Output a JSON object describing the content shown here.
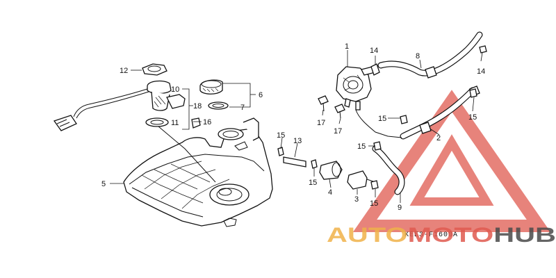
{
  "callouts": [
    {
      "id": "1",
      "label": "1"
    },
    {
      "id": "2",
      "label": "2"
    },
    {
      "id": "3",
      "label": "3"
    },
    {
      "id": "4",
      "label": "4"
    },
    {
      "id": "5",
      "label": "5"
    },
    {
      "id": "6",
      "label": "6"
    },
    {
      "id": "7",
      "label": "7"
    },
    {
      "id": "8",
      "label": "8"
    },
    {
      "id": "9",
      "label": "9"
    },
    {
      "id": "10",
      "label": "10"
    },
    {
      "id": "11",
      "label": "11"
    },
    {
      "id": "12",
      "label": "12"
    },
    {
      "id": "13",
      "label": "13"
    },
    {
      "id": "14a",
      "label": "14"
    },
    {
      "id": "14b",
      "label": "14"
    },
    {
      "id": "15a",
      "label": "15"
    },
    {
      "id": "15b",
      "label": "15"
    },
    {
      "id": "15c",
      "label": "15"
    },
    {
      "id": "15d",
      "label": "15"
    },
    {
      "id": "15e",
      "label": "15"
    },
    {
      "id": "15f",
      "label": "15"
    },
    {
      "id": "16",
      "label": "16"
    },
    {
      "id": "17a",
      "label": "17"
    },
    {
      "id": "17b",
      "label": "17"
    },
    {
      "id": "18",
      "label": "18"
    }
  ],
  "diagram_code": "KEE3-F1600A",
  "watermark": {
    "part1": "AUTO",
    "part2": "MOTO",
    "part3": "HUB",
    "color_orange": "#f0b24a",
    "color_red": "#e05a50",
    "color_gray": "#4a4a4a"
  }
}
